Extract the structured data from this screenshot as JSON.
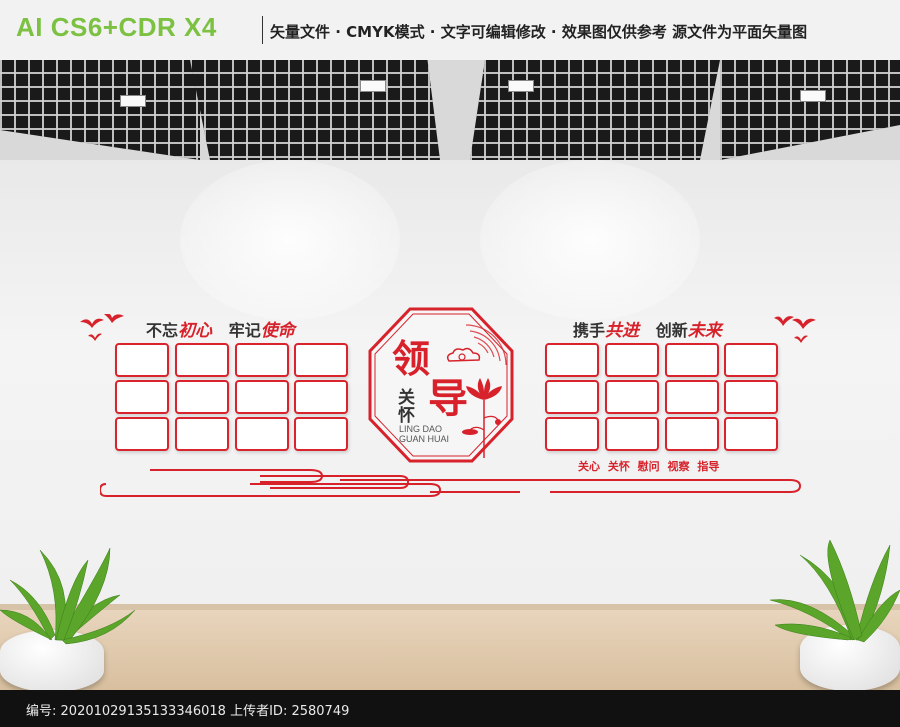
{
  "banner": {
    "software": "AI CS6+CDR X4",
    "description": "矢量文件 · CMYK模式 · 文字可编辑修改 · 效果图仅供参考 源文件为平面矢量图",
    "accent_color": "#7cc142"
  },
  "wall": {
    "left_slogan": {
      "part1": "不忘",
      "part1_red": "初心",
      "part2": "牢记",
      "part2_red": "使命"
    },
    "right_slogan": {
      "part1": "携手",
      "part1_red": "共进",
      "part2": "创新",
      "part2_red": "未来"
    },
    "center": {
      "char1": "领",
      "char2": "导",
      "sub1": "关",
      "sub2": "怀",
      "pinyin_line1": "LING DAO",
      "pinyin_line2": "GUAN HUAI"
    },
    "keywords": "关心 关怀 慰问 视察 指导",
    "accent_color": "#d7222b",
    "icons": [
      "bird-flock-icon",
      "lotus-icon",
      "cloud-icon"
    ]
  },
  "footer": {
    "id_label": "编号:",
    "id_value": "20201029135133346018",
    "uploader_label": "上传者ID:",
    "uploader_value": "2580749"
  }
}
